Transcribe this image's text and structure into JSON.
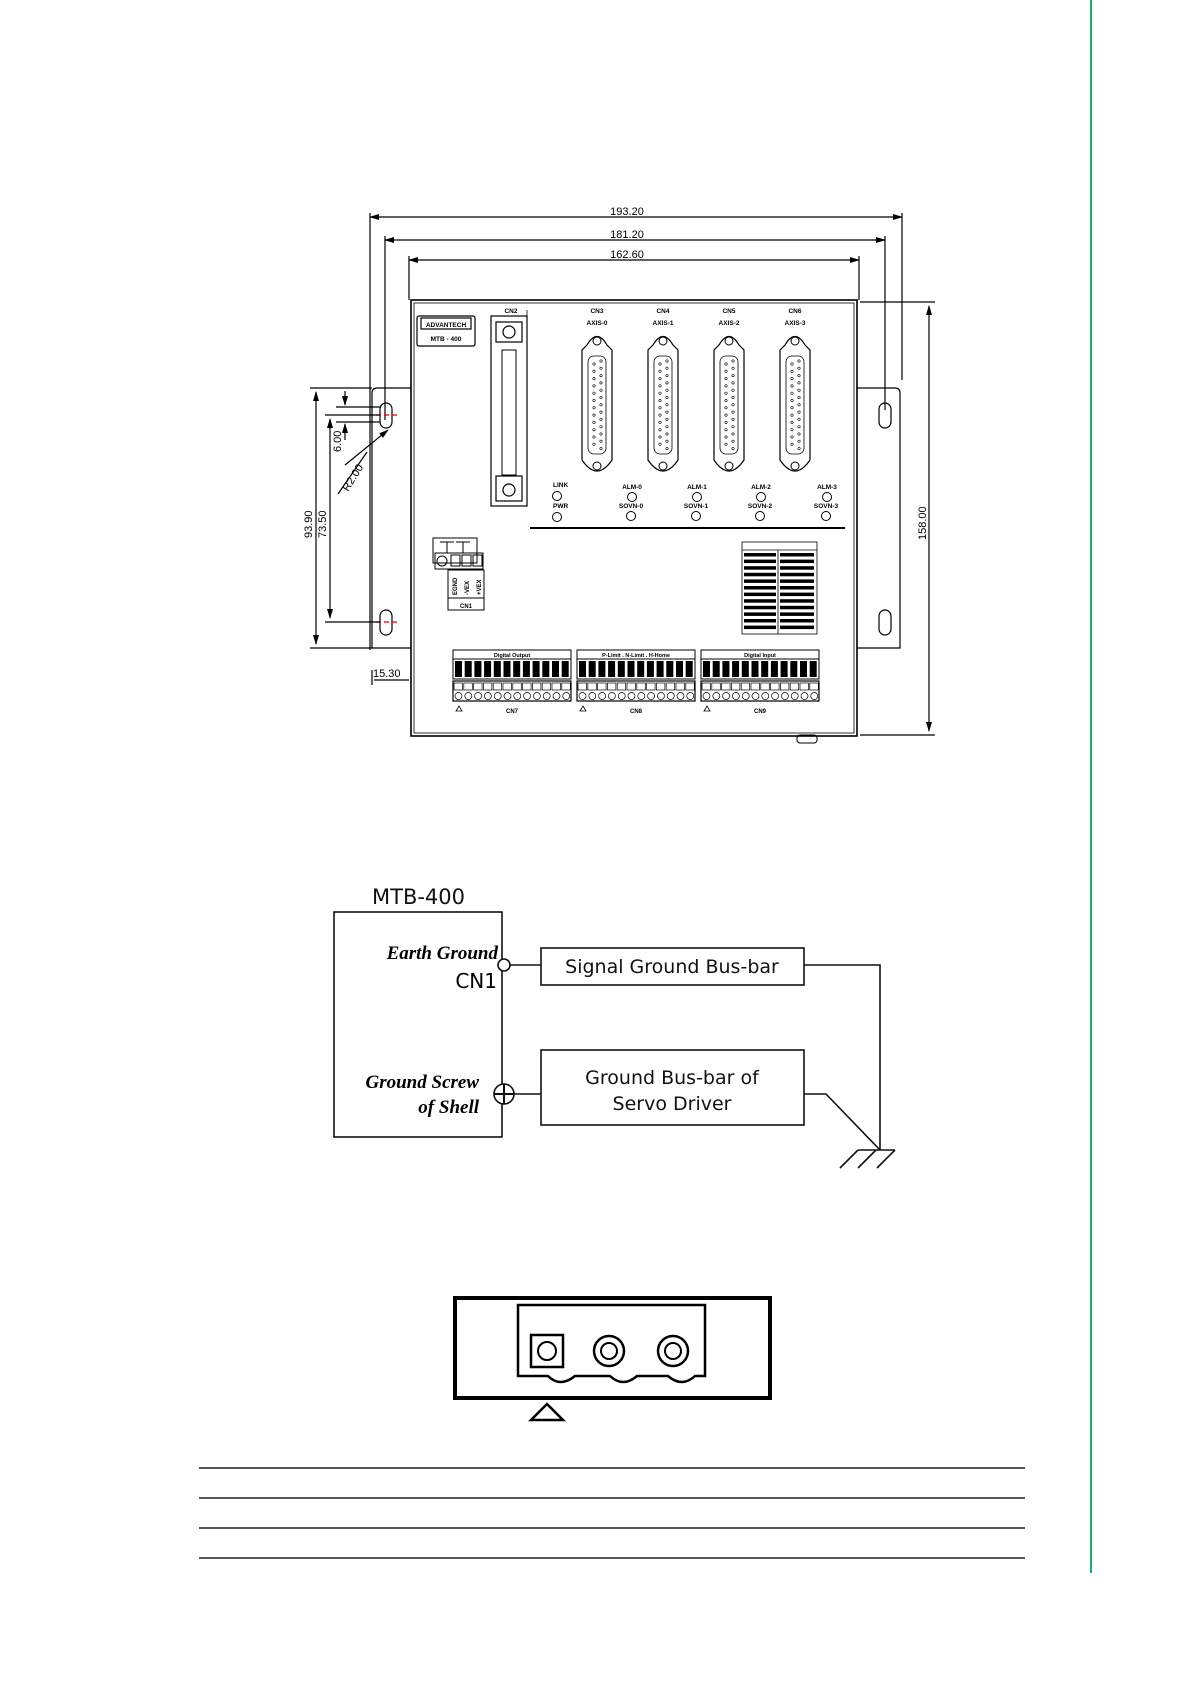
{
  "page": {
    "accent_color": "#1bb068"
  },
  "dimension_drawing": {
    "dims": {
      "overall_width": "193.20",
      "mount_width": "181.20",
      "body_width": "162.60",
      "height": "158.00",
      "bracket_height": "93.90",
      "hole_spacing": "73.50",
      "slot_length": "6.00",
      "slot_radius": "R2.00",
      "bracket_offset": "15.30"
    },
    "brand": "ADVANTECH",
    "model": "MTB - 400",
    "cn2_label": "CN2",
    "dsub": [
      {
        "cn": "CN3",
        "axis": "AXIS-0"
      },
      {
        "cn": "CN4",
        "axis": "AXIS-1"
      },
      {
        "cn": "CN5",
        "axis": "AXIS-2"
      },
      {
        "cn": "CN6",
        "axis": "AXIS-3"
      }
    ],
    "leds": {
      "link": "LINK",
      "pwr": "PWR",
      "alm": [
        "ALM-0",
        "ALM-1",
        "ALM-2",
        "ALM-3"
      ],
      "sovn": [
        "SOVN-0",
        "SOVN-1",
        "SOVN-2",
        "SOVN-3"
      ]
    },
    "cn1": {
      "label": "CN1",
      "pins": [
        "EGND",
        "-VEX",
        "+VEX"
      ]
    },
    "terminal_groups": [
      {
        "title": "Digital Output",
        "cn": "CN7"
      },
      {
        "title": "P-Limit . N-Limit . H-Home",
        "cn": "CN8"
      },
      {
        "title": "Digital Input",
        "cn": "CN9"
      }
    ]
  },
  "ground_diagram": {
    "title": "MTB-400",
    "earth_ground": "Earth Ground",
    "cn1": "CN1",
    "ground_screw_line1": "Ground Screw",
    "ground_screw_line2": "of Shell",
    "signal_bus": "Signal Ground Bus-bar",
    "servo_bus_line1": "Ground Bus-bar of",
    "servo_bus_line2": "Servo Driver"
  },
  "connector_figure": {
    "name": "CN1 3-pin terminal block"
  },
  "table_rules": 4
}
